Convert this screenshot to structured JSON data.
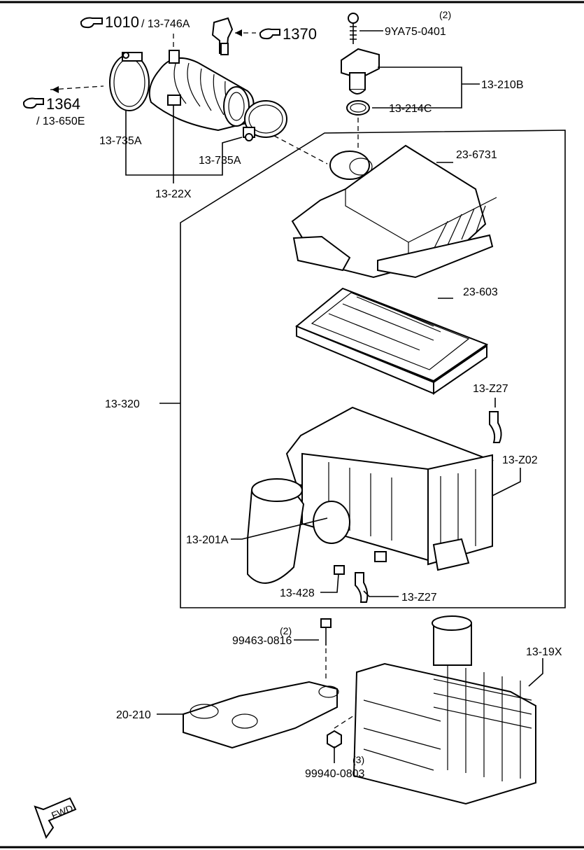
{
  "refs": {
    "r1010": "1010",
    "r1010_sub": "/ 13-746A",
    "r1370": "1370",
    "r1364": "1364",
    "r1364_sub": "/ 13-650E"
  },
  "labels": {
    "p9ya75_qty": "(2)",
    "p9ya75": "9YA75-0401",
    "p13_210b": "13-210B",
    "p13_214c": "13-214C",
    "p13_735a_left": "13-735A",
    "p13_735a_right": "13-735A",
    "p13_22x": "13-22X",
    "p23_6731": "23-6731",
    "p23_603": "23-603",
    "p13_320": "13-320",
    "p13_z27_top": "13-Z27",
    "p13_z02": "13-Z02",
    "p13_201a": "13-201A",
    "p13_428": "13-428",
    "p13_z27_bottom": "13-Z27",
    "p99463_qty": "(2)",
    "p99463": "99463-0816",
    "p13_19x": "13-19X",
    "p20_210": "20-210",
    "p99940_qty": "(3)",
    "p99940": "99940-0803",
    "fwd": "FWD"
  },
  "icons": {
    "ref_pointer": "pointing-hand-icon",
    "fwd_arrow": "forward-arrow-icon"
  }
}
